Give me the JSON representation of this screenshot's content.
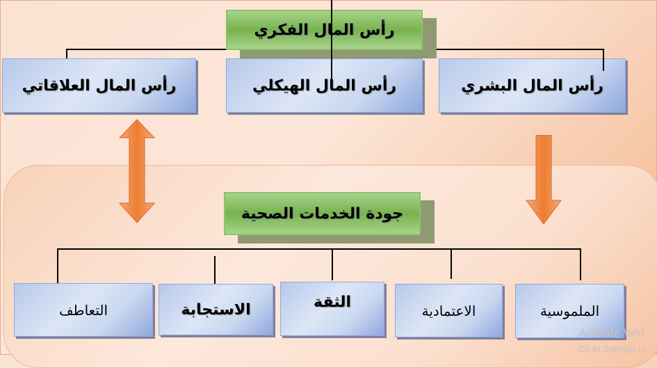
{
  "top": {
    "title": "رأس المال الفكري"
  },
  "capital_types": [
    {
      "label": "رأس المال العلاقاتي"
    },
    {
      "label": "رأس المال الهيكلي"
    },
    {
      "label": "رأس المال البشري"
    }
  ],
  "quality": {
    "title": "جودة الخدمات الصحية"
  },
  "dimensions": [
    {
      "label": "التعاطف"
    },
    {
      "label": "الاستجابة"
    },
    {
      "label": "الثقة"
    },
    {
      "label": "الاعتمادية"
    },
    {
      "label": "الملموسية"
    }
  ],
  "watermark": {
    "line1": "Activate Win",
    "line2": "Go to Settings to"
  },
  "colors": {
    "green": "#77b24f",
    "blue": "#b7c9ea",
    "arrow": "#ed7d31"
  }
}
